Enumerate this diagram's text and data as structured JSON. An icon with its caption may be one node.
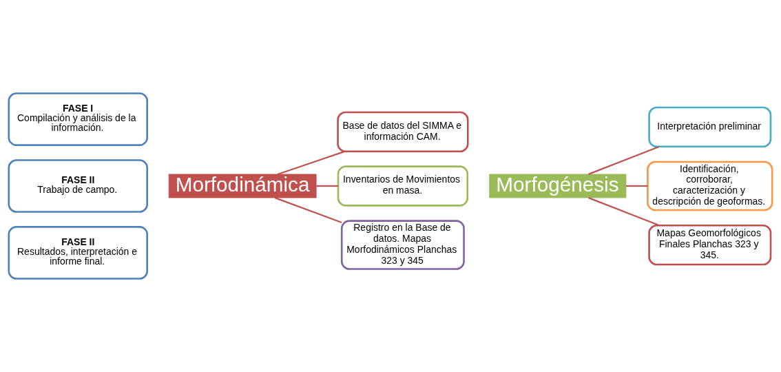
{
  "diagram": {
    "nodes": [
      {
        "text": [
          "FASE I",
          "Compilación y análisis de la información."
        ]
      },
      {
        "text": [
          "FASE II",
          "Trabajo de campo."
        ]
      },
      {
        "text": [
          "FASE II",
          "Resultados, interpretación e informe final."
        ]
      },
      {
        "text": [
          "Morfodinámica"
        ]
      },
      {
        "text": [
          "Base de datos del SIMMA e información CAM."
        ]
      },
      {
        "text": [
          "Inventarios de Movimientos en masa."
        ]
      },
      {
        "text": [
          "Registro en la Base de datos. Mapas Morfodinámicos Planchas 323 y 345"
        ]
      },
      {
        "text": [
          "Morfogénesis"
        ]
      },
      {
        "text": [
          "Interpretación preliminar"
        ]
      },
      {
        "text": [
          "Identificación, corroborar, caracterización y descripción de geoformas."
        ]
      },
      {
        "text": [
          "Mapas Geomorfológicos Finales Planchas 323 y 345."
        ]
      }
    ],
    "edges": [
      {
        "from": 3,
        "to": 4,
        "arrow": "none"
      },
      {
        "from": 3,
        "to": 5,
        "arrow": "none"
      },
      {
        "from": 3,
        "to": 6,
        "arrow": "none"
      },
      {
        "from": 7,
        "to": 8,
        "arrow": "none"
      },
      {
        "from": 7,
        "to": 9,
        "arrow": "none"
      },
      {
        "from": 7,
        "to": 10,
        "arrow": "none"
      }
    ]
  }
}
